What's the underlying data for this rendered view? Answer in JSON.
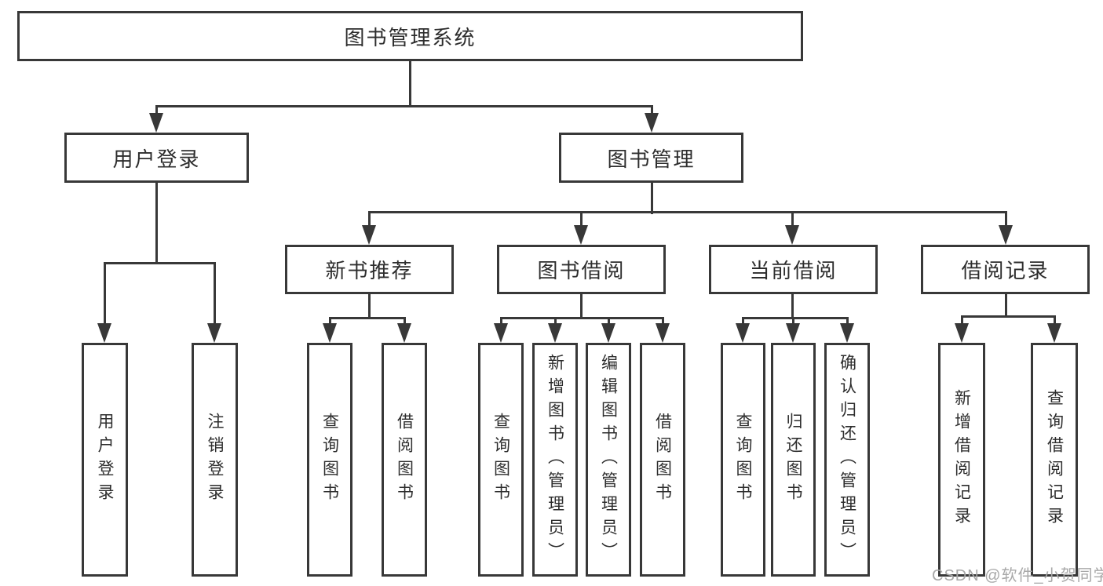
{
  "diagram": {
    "root": {
      "label": "图书管理系统"
    },
    "level2": [
      {
        "label": "用户登录"
      },
      {
        "label": "图书管理"
      }
    ],
    "level3": [
      {
        "label": "新书推荐"
      },
      {
        "label": "图书借阅"
      },
      {
        "label": "当前借阅"
      },
      {
        "label": "借阅记录"
      }
    ],
    "leaves": {
      "login": [
        "用户登录",
        "注销登录"
      ],
      "recommend": [
        "查询图书",
        "借阅图书"
      ],
      "borrow": [
        "查询图书",
        "新增图书（管理员）",
        "编辑图书（管理员）",
        "借阅图书"
      ],
      "current": [
        "查询图书",
        "归还图书",
        "确认归还（管理员）"
      ],
      "records": [
        "新增借阅记录",
        "查询借阅记录"
      ]
    },
    "watermark": "CSDN @软件_小贺同学",
    "colors": {
      "line": "#383838",
      "text": "#2d2d2d",
      "watermark": "#a8a8a8",
      "background": "#ffffff"
    }
  }
}
